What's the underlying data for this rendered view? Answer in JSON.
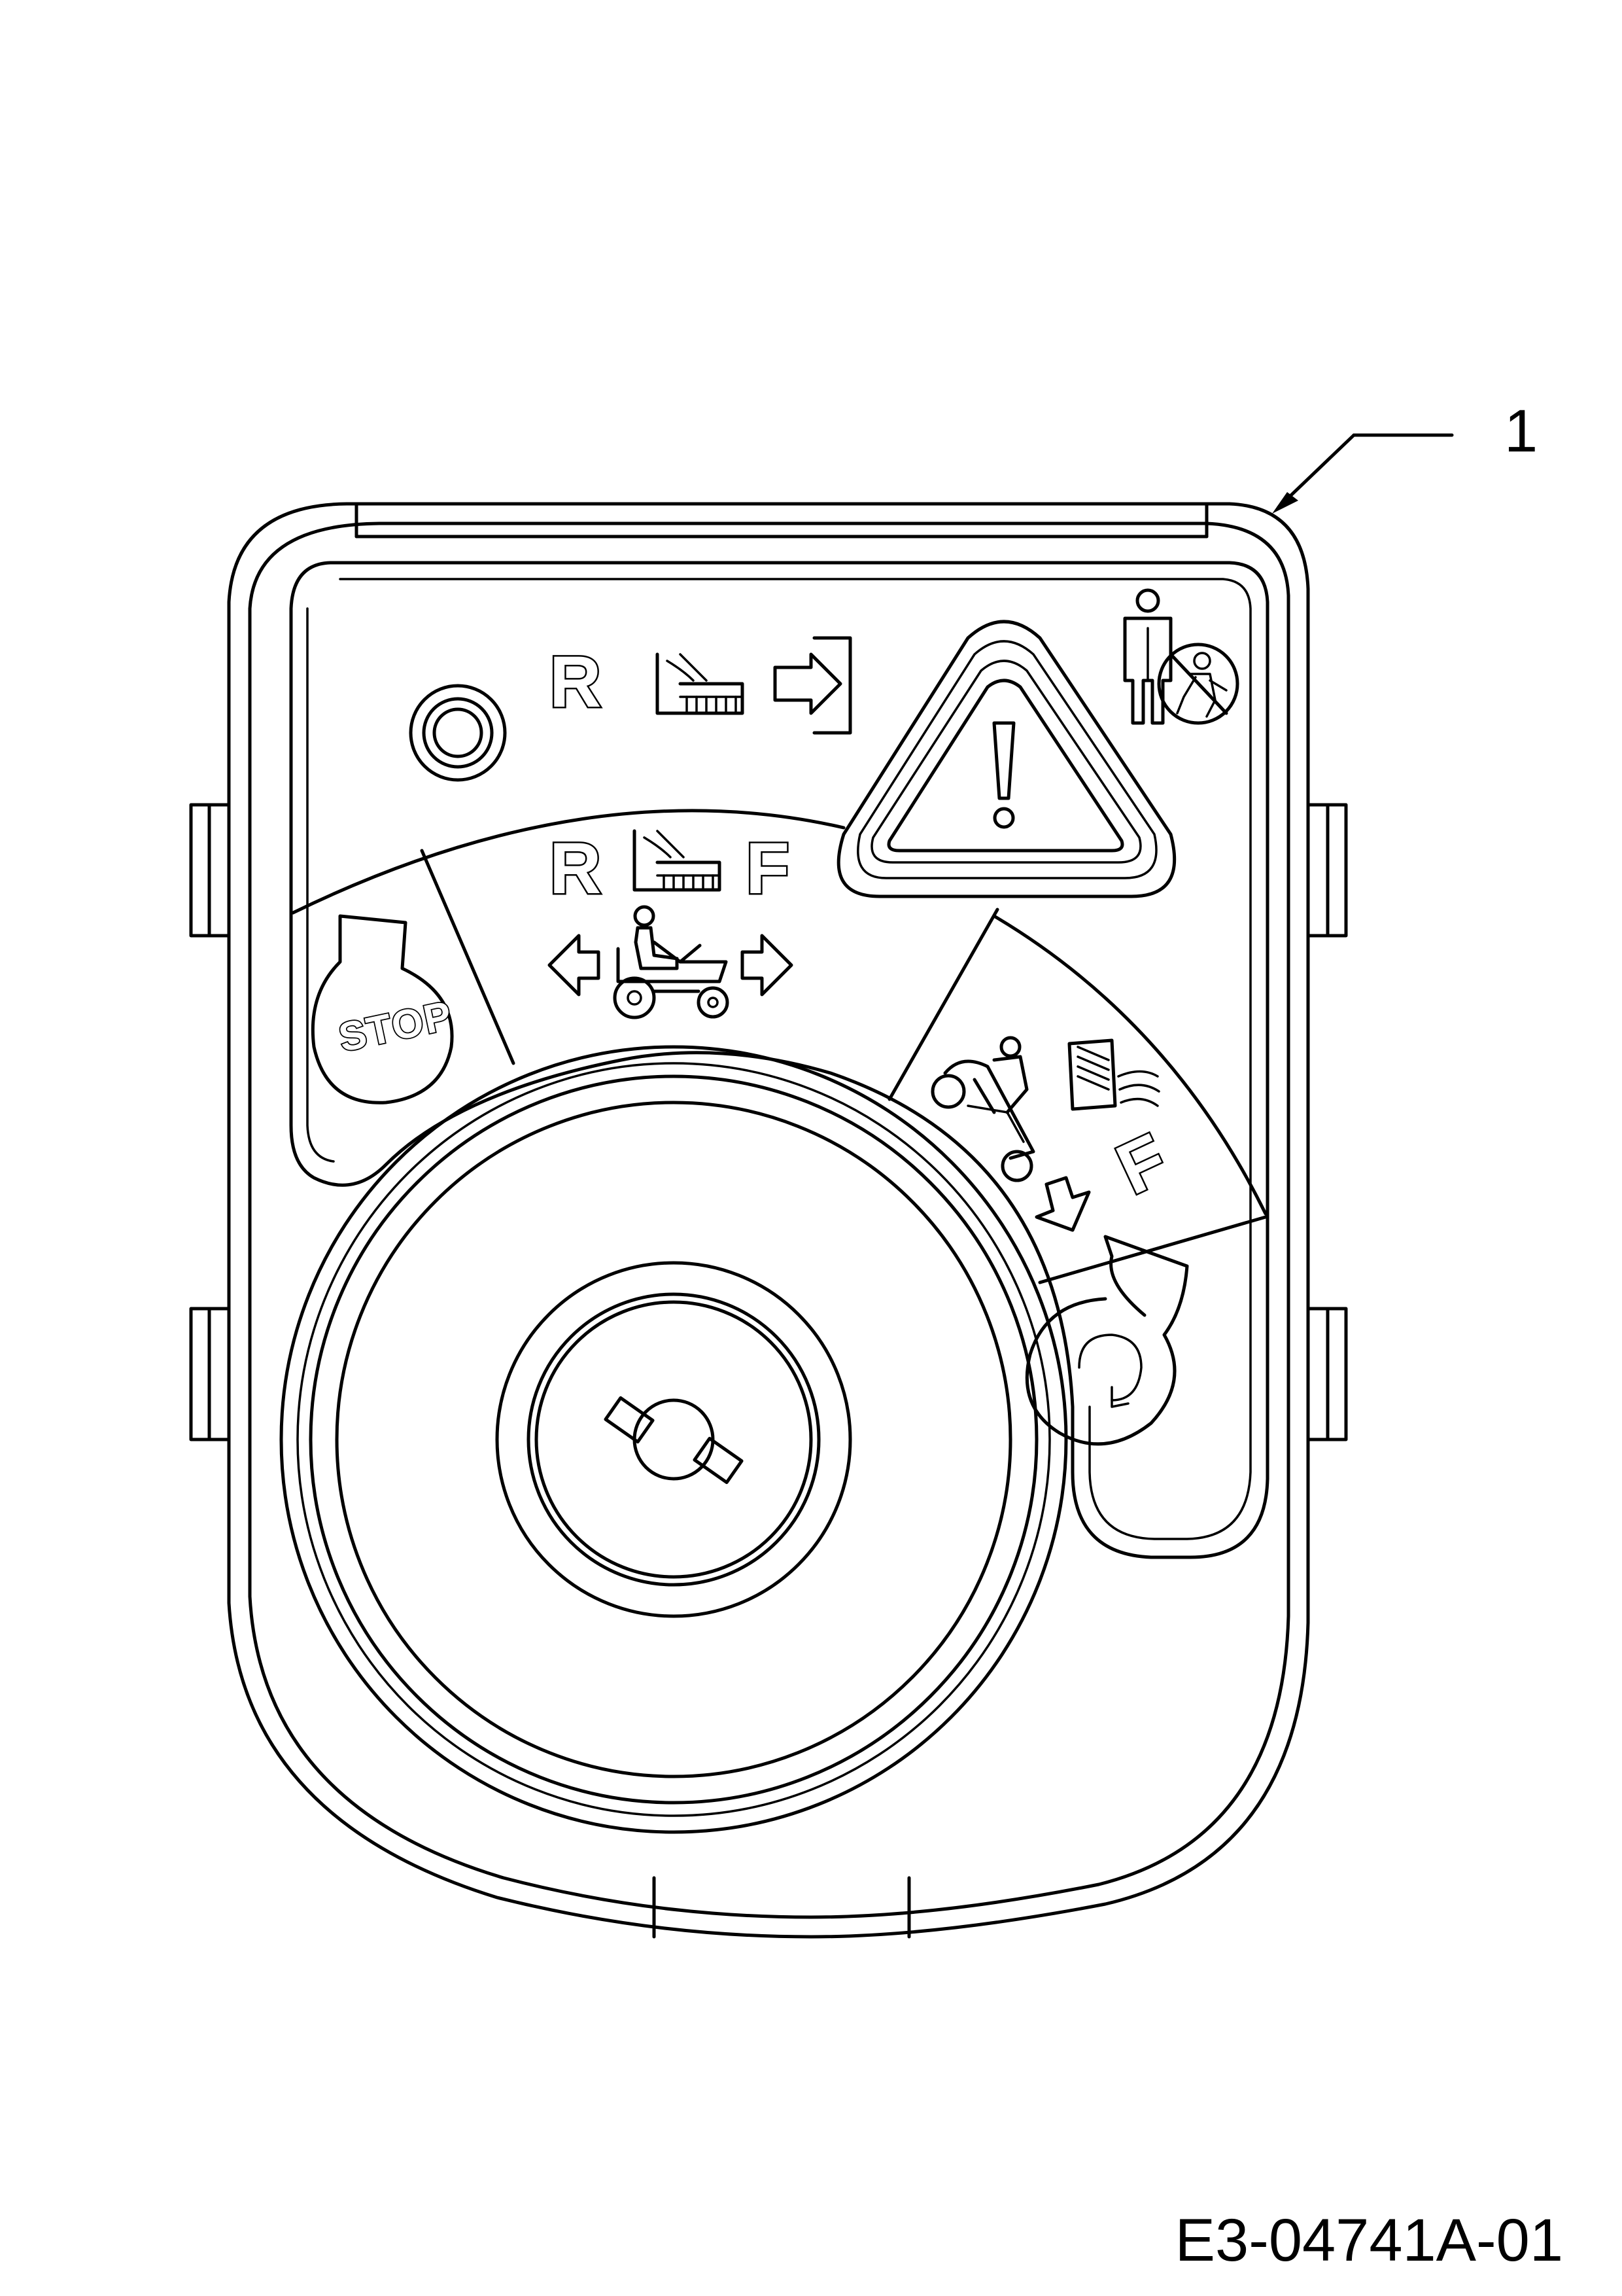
{
  "diagram": {
    "callout_number": "1",
    "document_id": "E3-04741A-01",
    "panel_labels": {
      "top_row_reverse": "R",
      "mid_row_reverse": "R",
      "mid_row_forward": "F",
      "right_segment_forward": "F",
      "stop": "STOP"
    },
    "icons": [
      "indicator-ring-icon",
      "mowing-blade-icon",
      "insert-arrow-icon",
      "warning-triangle-icon",
      "no-children-bystanders-icon",
      "stop-key-position-icon",
      "left-arrow-icon",
      "right-arrow-icon",
      "riding-mower-icon",
      "tilted-mower-icon",
      "grass-bag-icon",
      "down-arrow-icon",
      "start-rotate-icon",
      "ignition-keyhole-icon"
    ]
  }
}
